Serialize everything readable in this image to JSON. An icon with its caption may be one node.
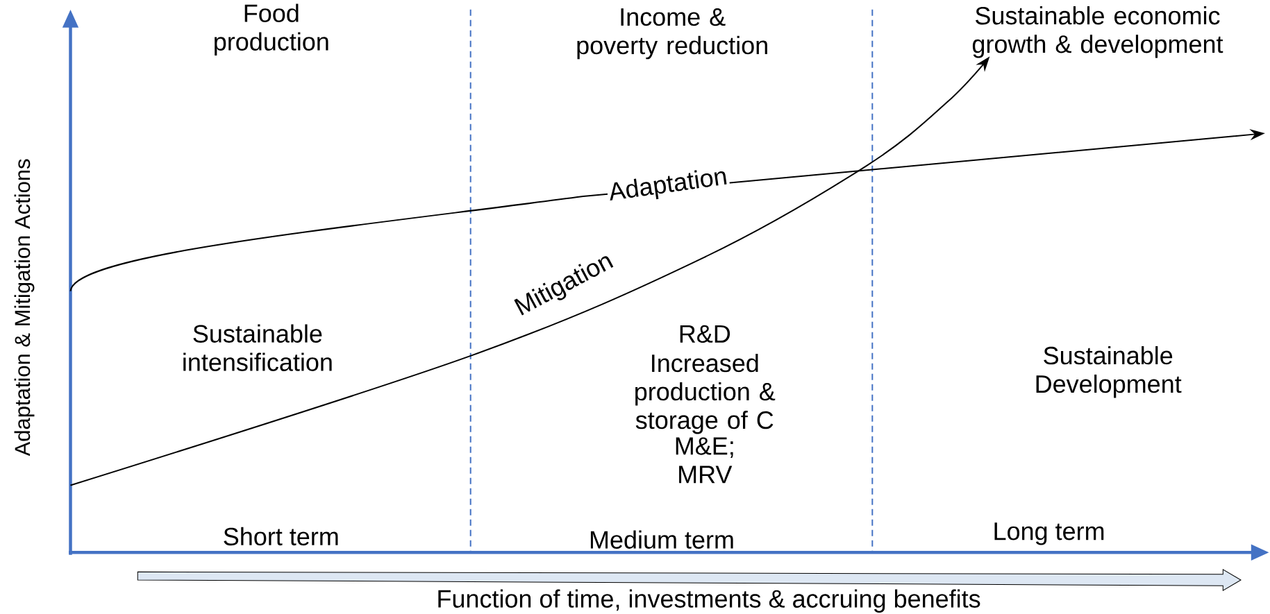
{
  "diagram": {
    "labels": [
      "Food production",
      "Income & poverty reduction",
      "Sustainable economic growth & development",
      "Adaptation",
      "Mitigation",
      "Sustainable intensification",
      "R&D",
      "Increased production & storage of C",
      "M&E; MRV",
      "Sustainable Development",
      "Short term",
      "Medium term",
      "Long term",
      "Adaptation & Mitigation Actions",
      "Function of time, investments & accruing benefits"
    ]
  }
}
